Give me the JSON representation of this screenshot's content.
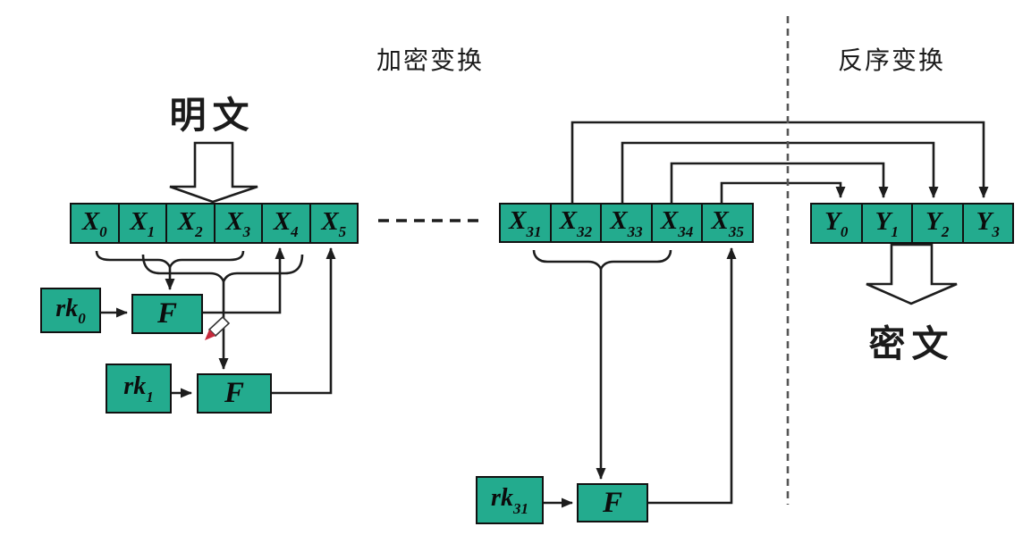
{
  "section_labels": {
    "encryption": "加密变换",
    "reverse": "反序变换"
  },
  "plaintext_label": "明文",
  "ciphertext_label": "密文",
  "state_row_initial": [
    {
      "base": "X",
      "sub": "0"
    },
    {
      "base": "X",
      "sub": "1"
    },
    {
      "base": "X",
      "sub": "2"
    },
    {
      "base": "X",
      "sub": "3"
    },
    {
      "base": "X",
      "sub": "4"
    },
    {
      "base": "X",
      "sub": "5"
    }
  ],
  "state_row_final": [
    {
      "base": "X",
      "sub": "31"
    },
    {
      "base": "X",
      "sub": "32"
    },
    {
      "base": "X",
      "sub": "33"
    },
    {
      "base": "X",
      "sub": "34"
    },
    {
      "base": "X",
      "sub": "35"
    }
  ],
  "output_row": [
    {
      "base": "Y",
      "sub": "0"
    },
    {
      "base": "Y",
      "sub": "1"
    },
    {
      "base": "Y",
      "sub": "2"
    },
    {
      "base": "Y",
      "sub": "3"
    }
  ],
  "rounds": {
    "round_0": {
      "key": {
        "base": "rk",
        "sub": "0"
      },
      "function": "F"
    },
    "round_1": {
      "key": {
        "base": "rk",
        "sub": "1"
      },
      "function": "F"
    },
    "round_31": {
      "key": {
        "base": "rk",
        "sub": "31"
      },
      "function": "F"
    }
  },
  "colors": {
    "box_fill": "#23ab8e",
    "box_border": "#111111",
    "line": "#1d1d1d",
    "divider": "#555555",
    "pen_tip": "#c62b3d",
    "background": "#ffffff"
  }
}
